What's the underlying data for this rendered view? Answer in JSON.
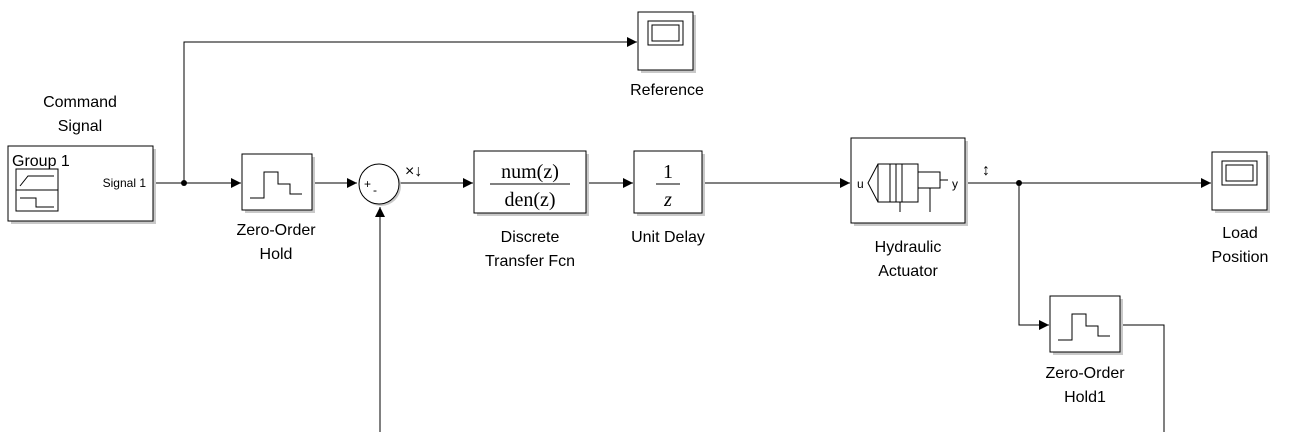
{
  "blocks": {
    "command_signal": {
      "name_line1": "Command",
      "name_line2": "Signal",
      "group": "Group 1",
      "signal": "Signal 1"
    },
    "reference": {
      "name": "Reference"
    },
    "zoh": {
      "name_line1": "Zero-Order",
      "name_line2": "Hold"
    },
    "sum": {
      "plus": "+",
      "minus": "-"
    },
    "discrete_tf": {
      "num": "num(z)",
      "den": "den(z)",
      "name_line1": "Discrete",
      "name_line2": "Transfer Fcn"
    },
    "unit_delay": {
      "num": "1",
      "den": "z",
      "name": "Unit Delay"
    },
    "hydraulic": {
      "in_port": "u",
      "out_port": "y",
      "name_line1": "Hydraulic",
      "name_line2": "Actuator"
    },
    "load_position": {
      "name_line1": "Load",
      "name_line2": "Position"
    },
    "zoh1": {
      "name_line1": "Zero-Order",
      "name_line2": "Hold1"
    }
  },
  "signal_markers": {
    "sum_output": "×↓",
    "actuator_output": "↕"
  }
}
